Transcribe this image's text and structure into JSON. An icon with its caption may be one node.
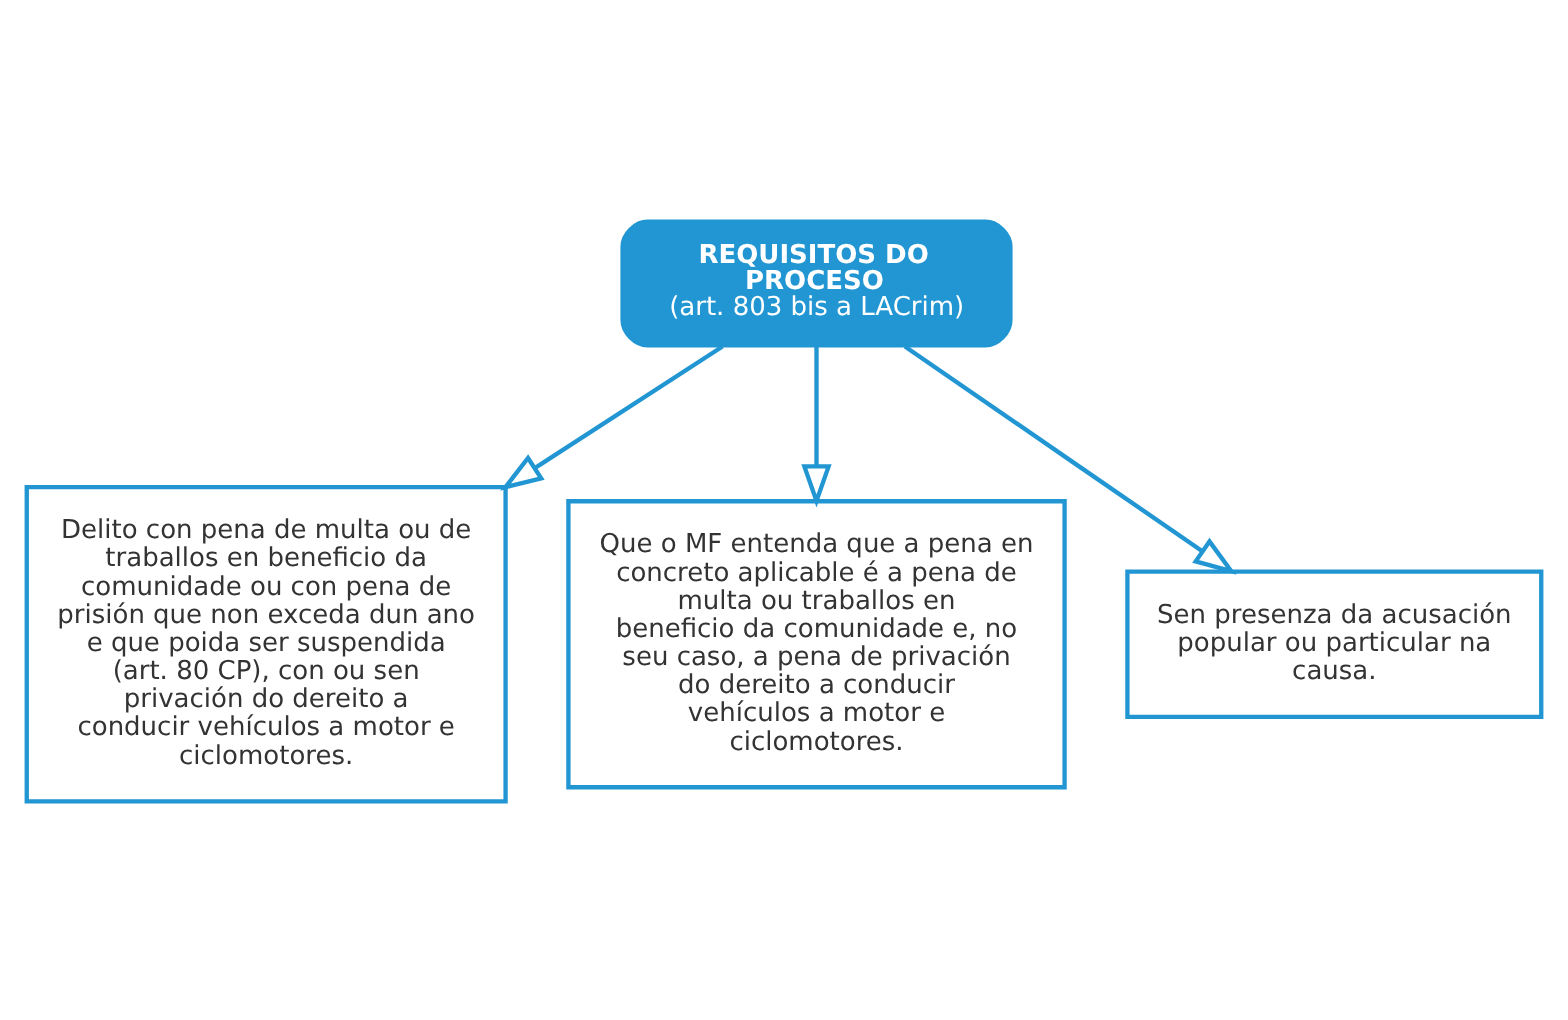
{
  "diagram": {
    "nodes": [
      {
        "text": [
          "REQUISITOS DO PROCESO",
          "(art. 803 bis a LACrim)"
        ]
      },
      {
        "text": [
          "Delito con pena de multa ou de traballos en beneficio da comunidade ou con pena de prisión que non exceda dun ano e que poida ser suspendida (art. 80 CP), con ou sen privación do dereito a conducir vehículos a motor e ciclomotores."
        ]
      },
      {
        "text": [
          "Que o MF entenda que a pena en concreto aplicable é a pena de multa ou traballos en beneficio da comunidade e, no seu caso, a pena de privación do dereito a conducir vehículos a motor e ciclomotores."
        ]
      },
      {
        "text": [
          "Sen presenza da acusación popular ou particular na causa."
        ]
      }
    ],
    "edges": [
      {
        "from": 0,
        "to": 1,
        "arrow": "to"
      },
      {
        "from": 0,
        "to": 2,
        "arrow": "to"
      },
      {
        "from": 0,
        "to": 3,
        "arrow": "to"
      }
    ]
  }
}
